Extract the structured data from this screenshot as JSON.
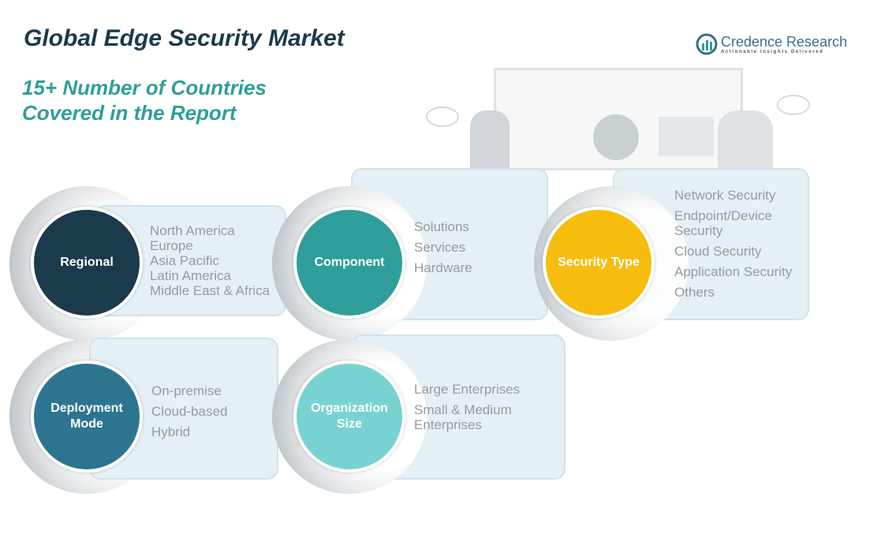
{
  "title": "Global Edge Security Market",
  "subtitle_line1": "15+ Number of Countries",
  "subtitle_line2": "Covered in the Report",
  "logo": {
    "name": "Credence Research",
    "tagline": "Actionable Insights Delivered"
  },
  "colors": {
    "regional": "#1b3a4b",
    "component": "#2e9e9a",
    "security": "#f6bd0f",
    "deployment": "#2c7591",
    "organization": "#79d2d2"
  },
  "segments": [
    {
      "label": "Regional",
      "items": [
        "North America",
        "Europe",
        "Asia Pacific",
        "Latin America",
        "Middle East & Africa"
      ]
    },
    {
      "label": "Component",
      "items": [
        "Solutions",
        "Services",
        "Hardware"
      ]
    },
    {
      "label": "Security Type",
      "items": [
        "Network Security",
        "Endpoint/Device Security",
        "Cloud Security",
        "Application Security",
        "Others"
      ]
    },
    {
      "label": "Deployment Mode",
      "items": [
        "On-premise",
        "Cloud-based",
        "Hybrid"
      ]
    },
    {
      "label": "Organization Size",
      "items": [
        "Large Enterprises",
        "Small & Medium Enterprises"
      ]
    }
  ]
}
